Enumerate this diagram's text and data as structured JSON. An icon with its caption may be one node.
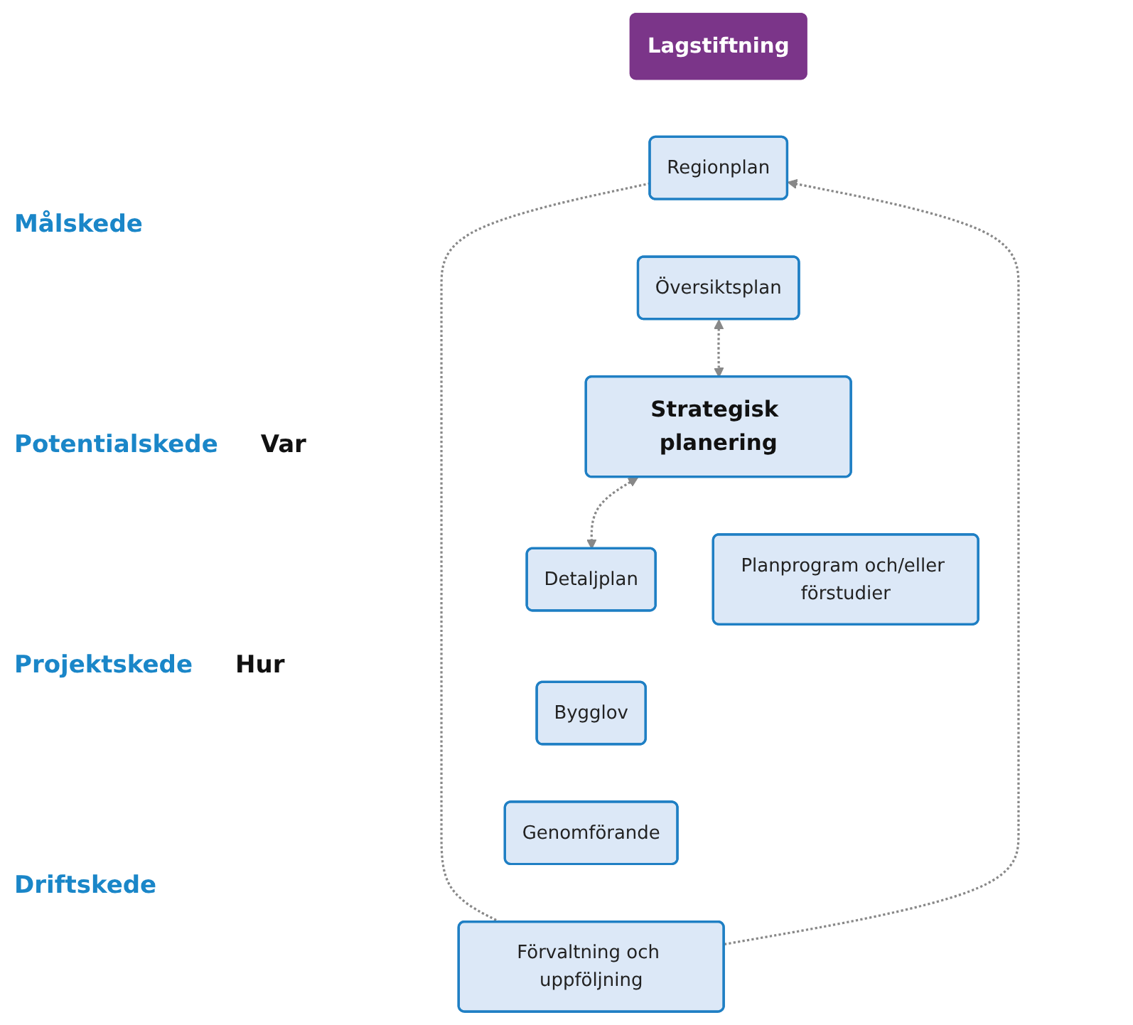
{
  "diagram": {
    "nodes": [
      {
        "text": [
          "Lagstiftning"
        ]
      },
      {
        "text": [
          "Regionplan"
        ]
      },
      {
        "text": [
          "Översiktsplan"
        ]
      },
      {
        "text": [
          "Strategisk planering"
        ]
      },
      {
        "text": [
          "Planprogram och/eller förstudier"
        ]
      },
      {
        "text": [
          "Detaljplan"
        ]
      },
      {
        "text": [
          "Bygglov"
        ]
      },
      {
        "text": [
          "Genomförande"
        ]
      },
      {
        "text": [
          "Förvaltning och uppföljning"
        ]
      }
    ],
    "edges": [
      {
        "from": 2,
        "to": 3,
        "arrow": "both",
        "style": "dashed"
      },
      {
        "from": 3,
        "to": 5,
        "arrow": "both",
        "style": "dashed"
      },
      {
        "from": 8,
        "to": 1,
        "arrow": "to",
        "style": "dashed"
      },
      {
        "from": 1,
        "to": 8,
        "arrow": "none",
        "style": "dashed"
      }
    ],
    "labels": [
      "Målskede",
      "Potentialskede",
      "Var",
      "Projektskede",
      "Hur",
      "Driftskede"
    ]
  }
}
